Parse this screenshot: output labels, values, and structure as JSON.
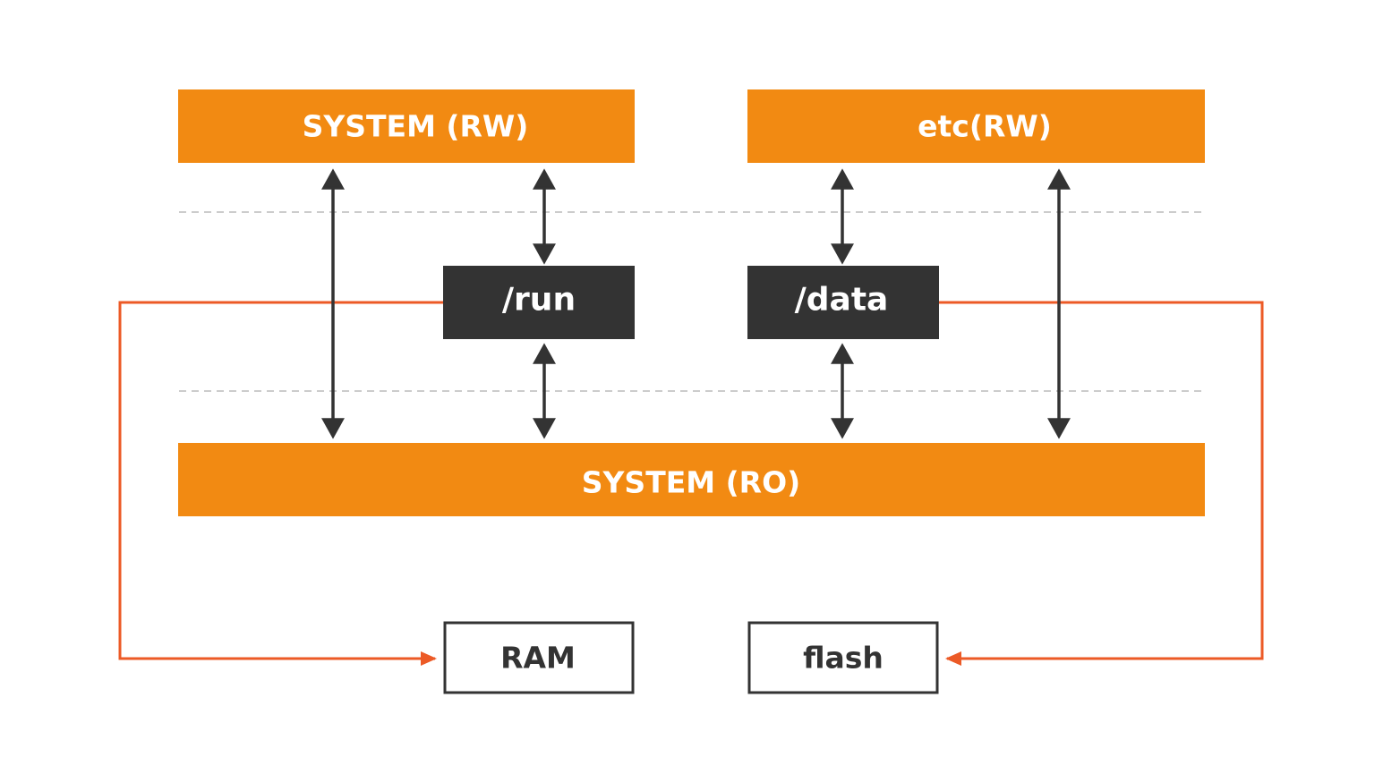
{
  "boxes": {
    "system_rw": "SYSTEM (RW)",
    "etc_rw": "etc(RW)",
    "run": "/run",
    "data": "/data",
    "system_ro": "SYSTEM (RO)",
    "ram": "RAM",
    "flash": "flash"
  },
  "colors": {
    "orange_fill": "#f28a12",
    "dark_fill": "#333333",
    "connector_red": "#ec5a26",
    "arrow_gray": "#333333",
    "dash_gray": "#cccccc",
    "light_text": "#ffffff",
    "dark_text": "#333333"
  }
}
